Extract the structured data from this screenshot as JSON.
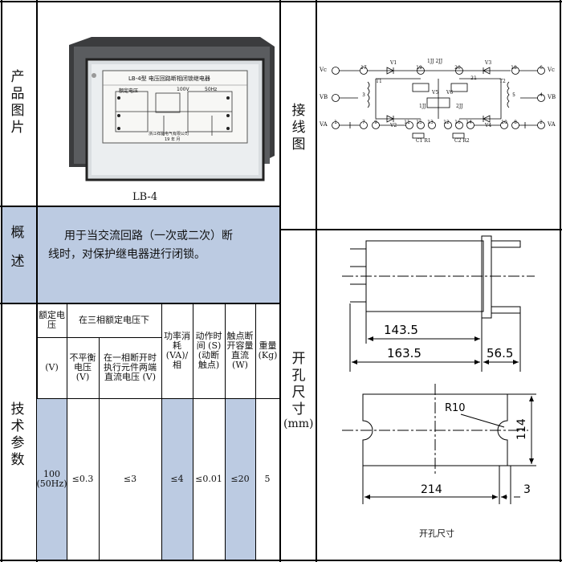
{
  "left_labels": {
    "photo": "产品图片",
    "summary_line1": "概",
    "summary_line2": "述",
    "tech": "技术参数"
  },
  "right_labels": {
    "wiring": "接线图",
    "cutout": "开孔尺寸",
    "unit": "(mm)"
  },
  "product": {
    "caption": "LB-4",
    "device_title": "LB-4型 电压回路断相闭锁继电器",
    "device_sub1": "额定电压",
    "device_sub2": "100V",
    "device_sub3": "50Hz",
    "device_maker": "浙江祥能电气有限公司",
    "device_date": "19  年  月"
  },
  "summary": {
    "text_line1": "用于当交流回路（一次或二次）断",
    "text_line2": "线时，对保护继电器进行闭锁。"
  },
  "spec_table": {
    "h_rated_voltage": "额定电压",
    "h_three_phase": "在三相额定电压下",
    "h_power": "功率消耗 (VA)/相",
    "h_action_time": "动作时间 (S) (动断触点)",
    "h_contact": "触点断开容量直流 (W)",
    "h_weight": "重量 (Kg)",
    "h_unbalance": "不平衡电压 (V)",
    "h_single_phase": "在一相断开时执行元件两端直流电压 (V)",
    "unit_v": "(V)",
    "v_rated": "100 (50Hz)",
    "v_unbalance": "≤0.3",
    "v_single": "≤3",
    "v_power": "≤4",
    "v_time": "≤0.01",
    "v_contact": "≤20",
    "v_weight": "5"
  },
  "wiring": {
    "labels": {
      "vc": "Vc",
      "vb": "VB",
      "va": "VA",
      "vc2": "Vc",
      "vb2": "VB",
      "va2": "VA",
      "t1": "T1",
      "t2": "T2",
      "jj": "1JJ 2JJ",
      "jj1": "1JJ",
      "jj2": "2JJ",
      "c1r1": "C1 R1",
      "c2r2": "C2 R2",
      "v1": "V1",
      "v2": "V2",
      "v3": "V3",
      "v4": "V4",
      "v5": "V5",
      "v6": "V6"
    },
    "terminals": [
      "17",
      "3",
      "1",
      "7",
      "9",
      "18",
      "19",
      "20",
      "21",
      "11",
      "15",
      "13",
      "12",
      "16",
      "14",
      "5",
      "10",
      "8",
      "6",
      "4",
      "2"
    ]
  },
  "cutout": {
    "dim_143": "143.5",
    "dim_163": "163.5",
    "dim_56": "56.5",
    "dim_r10": "R10",
    "dim_114": "114",
    "dim_214": "214",
    "dim_3": "3",
    "caption": "开孔尺寸"
  }
}
